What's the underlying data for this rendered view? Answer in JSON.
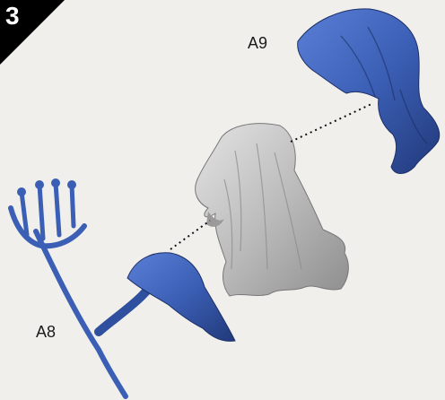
{
  "step": {
    "number": "3"
  },
  "parts": [
    {
      "id": "a9",
      "label": "A9"
    },
    {
      "id": "a8",
      "label": "A8"
    }
  ],
  "colors": {
    "background": "#f1efec",
    "badge": "#000000",
    "part_highlight": "#3b5fb5",
    "base_model": "#b8b8b8",
    "guide_line": "#111111"
  }
}
